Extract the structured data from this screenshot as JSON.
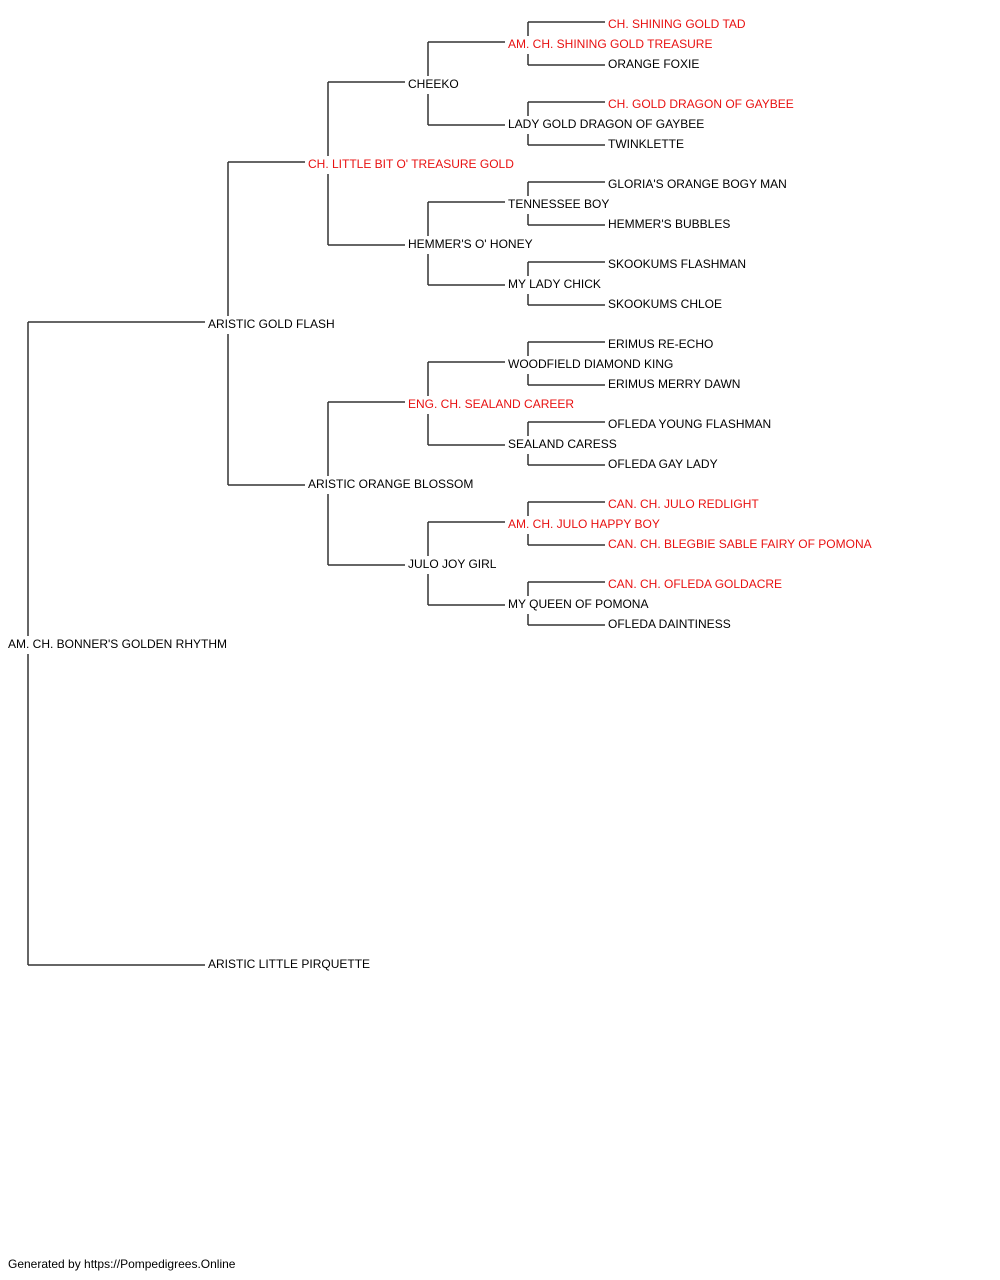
{
  "colors": {
    "champion": "#e81111",
    "normal": "#000000",
    "line": "#333333"
  },
  "subject": {
    "name": "AM. CH. BONNER'S GOLDEN RHYTHM",
    "champion": false
  },
  "sire": {
    "name": "ARISTIC GOLD FLASH",
    "champion": false
  },
  "dam": {
    "name": "ARISTIC LITTLE PIRQUETTE",
    "champion": false
  },
  "sire_sire": {
    "name": "CH. LITTLE BIT O' TREASURE GOLD",
    "champion": true
  },
  "sire_dam": {
    "name": "ARISTIC ORANGE BLOSSOM",
    "champion": false
  },
  "sire_sire_sire": {
    "name": "CHEEKO",
    "champion": false
  },
  "sire_sire_dam": {
    "name": "HEMMER'S O' HONEY",
    "champion": false
  },
  "sire_dam_sire": {
    "name": "ENG. CH. SEALAND CAREER",
    "champion": true
  },
  "sire_dam_dam": {
    "name": "JULO JOY GIRL",
    "champion": false
  },
  "gen4": [
    {
      "name": "AM. CH. SHINING GOLD TREASURE",
      "champion": true
    },
    {
      "name": "LADY GOLD DRAGON OF GAYBEE",
      "champion": false
    },
    {
      "name": "TENNESSEE BOY",
      "champion": false
    },
    {
      "name": "MY LADY CHICK",
      "champion": false
    },
    {
      "name": "WOODFIELD DIAMOND KING",
      "champion": false
    },
    {
      "name": "SEALAND CARESS",
      "champion": false
    },
    {
      "name": "AM. CH. JULO HAPPY BOY",
      "champion": true
    },
    {
      "name": "MY QUEEN OF POMONA",
      "champion": false
    }
  ],
  "gen5": [
    {
      "name": "CH. SHINING GOLD TAD",
      "champion": true
    },
    {
      "name": "ORANGE FOXIE",
      "champion": false
    },
    {
      "name": "CH. GOLD DRAGON OF GAYBEE",
      "champion": true
    },
    {
      "name": "TWINKLETTE",
      "champion": false
    },
    {
      "name": "GLORIA'S ORANGE BOGY MAN",
      "champion": false
    },
    {
      "name": "HEMMER'S BUBBLES",
      "champion": false
    },
    {
      "name": "SKOOKUMS FLASHMAN",
      "champion": false
    },
    {
      "name": "SKOOKUMS CHLOE",
      "champion": false
    },
    {
      "name": "ERIMUS RE-ECHO",
      "champion": false
    },
    {
      "name": "ERIMUS MERRY DAWN",
      "champion": false
    },
    {
      "name": "OFLEDA YOUNG FLASHMAN",
      "champion": false
    },
    {
      "name": "OFLEDA GAY LADY",
      "champion": false
    },
    {
      "name": "CAN. CH. JULO REDLIGHT",
      "champion": true
    },
    {
      "name": "CAN. CH. BLEGBIE SABLE FAIRY OF POMONA",
      "champion": true
    },
    {
      "name": "CAN. CH. OFLEDA GOLDACRE",
      "champion": true
    },
    {
      "name": "OFLEDA DAINTINESS",
      "champion": false
    }
  ],
  "footer": "Generated by https://Pompedigrees.Online"
}
